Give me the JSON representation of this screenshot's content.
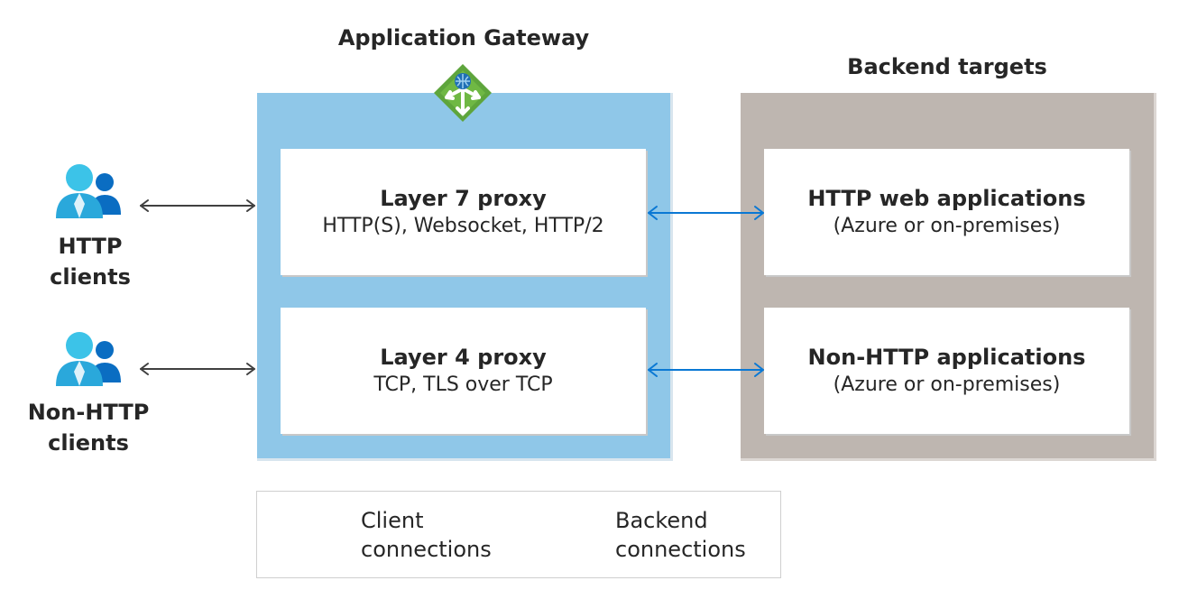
{
  "gateway": {
    "title": "Application Gateway",
    "layer7": {
      "title": "Layer 7 proxy",
      "subtitle": "HTTP(S), Websocket, HTTP/2"
    },
    "layer4": {
      "title": "Layer 4 proxy",
      "subtitle": "TCP, TLS over TCP"
    }
  },
  "backend": {
    "title": "Backend targets",
    "http": {
      "title": "HTTP web applications",
      "subtitle": "(Azure or on-premises)"
    },
    "nonhttp": {
      "title": "Non-HTTP applications",
      "subtitle": "(Azure or on-premises)"
    }
  },
  "clients": {
    "http": {
      "line1": "HTTP",
      "line2": "clients"
    },
    "nonhttp": {
      "line1": "Non-HTTP",
      "line2": "clients"
    }
  },
  "legend": {
    "client": {
      "line1": "Client",
      "line2": "connections"
    },
    "backend": {
      "line1": "Backend",
      "line2": "connections"
    }
  },
  "colors": {
    "gateway_panel": "#8fc7e8",
    "backend_panel": "#beb6b0",
    "client_arrow": "#404040",
    "backend_arrow": "#0a78d4",
    "gateway_icon": "#5ea53c"
  },
  "icons": {
    "gateway": "application-gateway-icon",
    "users": "users-icon"
  }
}
